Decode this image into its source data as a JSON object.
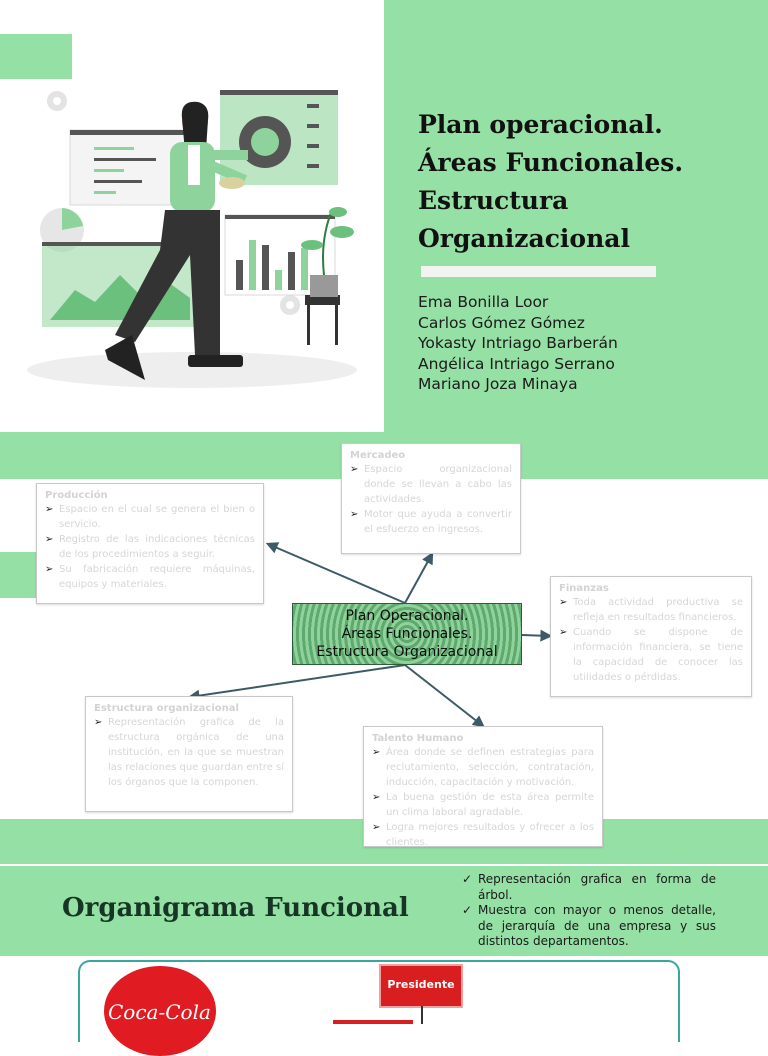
{
  "slide1": {
    "title": "Plan operacional.\nÁreas Funcionales.\nEstructura\nOrganizacional",
    "authors": [
      "Ema Bonilla Loor",
      "Carlos Gómez Gómez",
      "Yokasty Intriago Barberán",
      "Angélica Intriago Serrano",
      "Mariano Joza Minaya"
    ],
    "illustration": "woman-with-dashboard-illustration"
  },
  "slide2": {
    "center": [
      "Plan Operacional.",
      "Áreas Funcionales.",
      "Estructura Organizacional"
    ],
    "cards": {
      "produccion": {
        "title": "Producción",
        "items": [
          "Espacio en el cual se genera el bien o servicio.",
          "Registro de las indicaciones técnicas de los procedimientos a seguir.",
          "Su fabricación requiere máquinas, equipos y materiales."
        ]
      },
      "mercadeo": {
        "title": "Mercadeo",
        "items": [
          "Espacio organizacional donde se llevan a cabo las actividades.",
          "Motor que ayuda a convertir el esfuerzo en ingresos."
        ]
      },
      "finanzas": {
        "title": "Finanzas",
        "items": [
          "Toda actividad productiva se refleja en resultados financieros.",
          "Cuando se dispone de información financiera, se tiene la capacidad de conocer las utilidades o pérdidas."
        ]
      },
      "estructura": {
        "title": "Estructura organizacional",
        "items": [
          "Representación grafica de la estructura orgánica de una institución, en la que se muestran las relaciones que guardan entre sí los órganos que la componen."
        ]
      },
      "talento": {
        "title": "Talento Humano",
        "items": [
          "Área donde se definen estrategias para reclutamiento, selección, contratación, inducción, capacitación y motivación.",
          "La buena gestión de esta área permite un clima laboral agradable.",
          "Logra mejores resultados y ofrecer a los clientes."
        ]
      }
    }
  },
  "slide3": {
    "title": "Organigrama Funcional",
    "bullets": [
      "Representación grafica en forma de árbol.",
      "Muestra con mayor o menos detalle, de jerarquía de una empresa y sus distintos departamentos."
    ],
    "logo_text": "Coca-Cola",
    "org_top": "Presidente"
  },
  "colors": {
    "accent_green": "#95e0a4",
    "dark_green": "#163524",
    "red": "#d81e1e"
  }
}
